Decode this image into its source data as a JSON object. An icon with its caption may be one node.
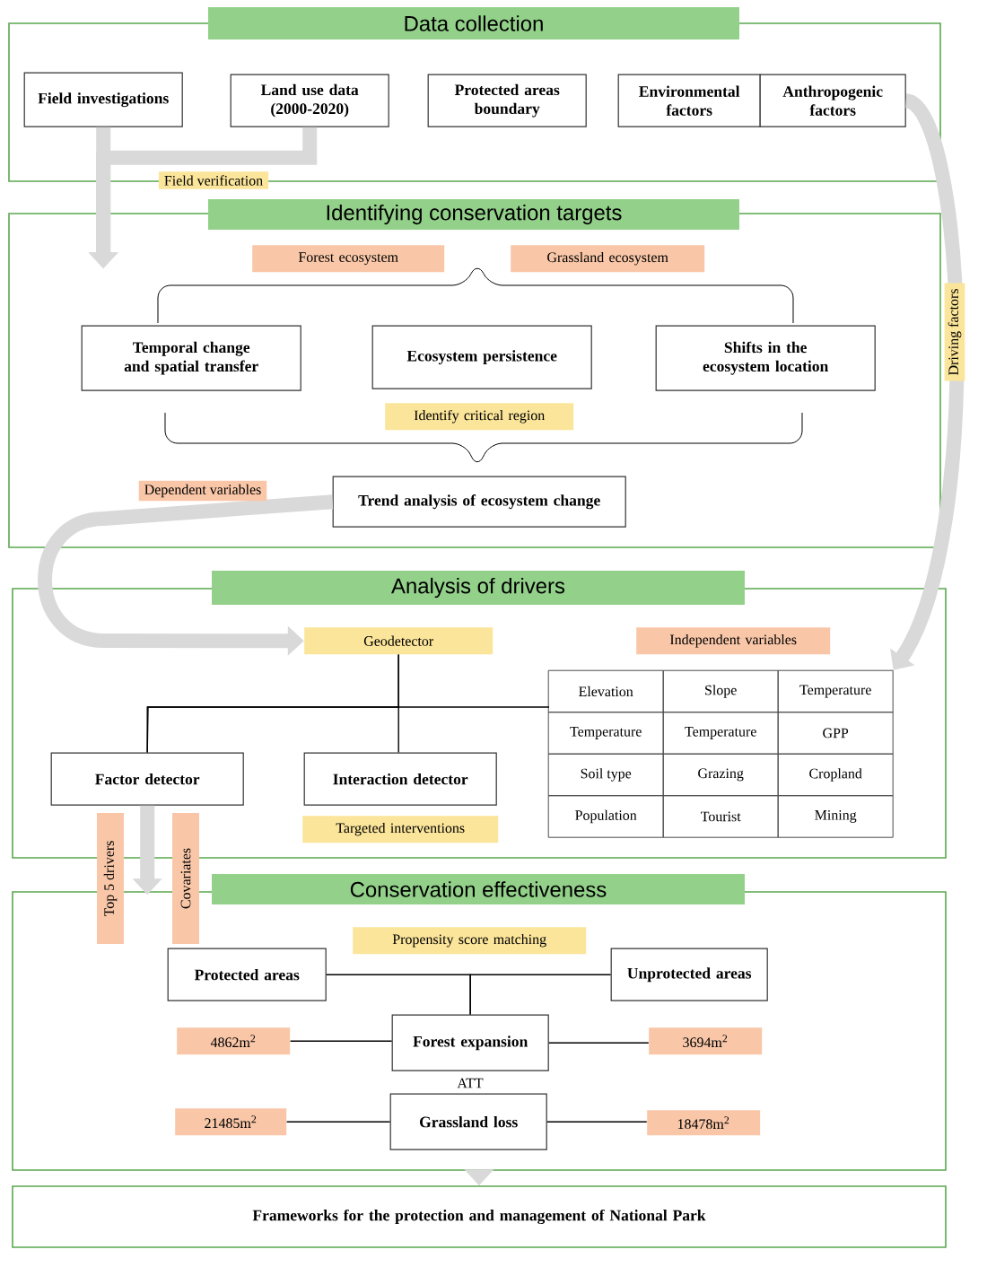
{
  "diagram": {
    "nodes": [
      {
        "text": [
          "Data collection"
        ]
      },
      {
        "text": [
          "Field investigations"
        ],
        "in": 0
      },
      {
        "text": [
          "Land use data (2000-2020)"
        ],
        "in": 0
      },
      {
        "text": [
          "Protected areas boundary"
        ],
        "in": 0
      },
      {
        "text": [
          "Environmental factors"
        ],
        "in": 0
      },
      {
        "text": [
          "Anthropogenic factors"
        ],
        "in": 0
      },
      {
        "text": [
          "Identifying conservation targets"
        ]
      },
      {
        "text": [
          "Forest ecosystem"
        ],
        "in": 6
      },
      {
        "text": [
          "Grassland ecosystem"
        ],
        "in": 6
      },
      {
        "text": [
          "Temporal change and spatial transfer"
        ],
        "in": 6
      },
      {
        "text": [
          "Ecosystem persistence"
        ],
        "in": 6
      },
      {
        "text": [
          "Shifts in the ecosystem location"
        ],
        "in": 6
      },
      {
        "text": [
          "Identify critical region"
        ],
        "in": 6
      },
      {
        "text": [
          "Trend analysis of ecosystem change"
        ],
        "in": 6
      },
      {
        "text": [
          "Analysis of drivers"
        ]
      },
      {
        "text": [
          "Geodetector"
        ],
        "in": 14
      },
      {
        "text": [
          "Independent variables"
        ],
        "in": 14
      },
      {
        "text": [
          "Elevation",
          "Slope",
          "Temperature",
          "Temperature",
          "Temperature",
          "GPP",
          "Soil type",
          "Grazing",
          "Cropland",
          "Population",
          "Tourist",
          "Mining"
        ],
        "in": 14
      },
      {
        "text": [
          "Factor detector"
        ],
        "in": 14
      },
      {
        "text": [
          "Interaction detector"
        ],
        "in": 14
      },
      {
        "text": [
          "Targeted interventions"
        ],
        "in": 14
      },
      {
        "text": [
          "Conservation effectiveness"
        ]
      },
      {
        "text": [
          "Top 5 drivers"
        ]
      },
      {
        "text": [
          "Covariates"
        ]
      },
      {
        "text": [
          "Propensity score matching"
        ],
        "in": 21
      },
      {
        "text": [
          "Protected areas"
        ],
        "in": 21
      },
      {
        "text": [
          "Unprotected areas"
        ],
        "in": 21
      },
      {
        "text": [
          "Forest expansion"
        ],
        "in": 21
      },
      {
        "text": [
          "4862m$^{2}$"
        ],
        "in": 21
      },
      {
        "text": [
          "3694m$^{2}$"
        ],
        "in": 21
      },
      {
        "text": [
          "Grassland loss"
        ],
        "in": 21
      },
      {
        "text": [
          "21485m$^{2}$"
        ],
        "in": 21
      },
      {
        "text": [
          "18478m$^{2}$"
        ],
        "in": 21
      },
      {
        "text": [
          "Frameworks for the protection and management of National Park"
        ]
      }
    ],
    "edges": [
      {
        "from": 1,
        "to": 6,
        "arrow": "to",
        "style": "thick",
        "color": "#d9d9d9"
      },
      {
        "from": 2,
        "to": 6,
        "arrow": "to",
        "label": "Field verification",
        "style": "thick",
        "color": "#d9d9d9"
      },
      {
        "from": 5,
        "to": 17,
        "arrow": "to",
        "label": "Driving factors",
        "style": "thick",
        "color": "#d9d9d9"
      },
      {
        "from": 13,
        "to": 15,
        "arrow": "to",
        "label": "Dependent variables",
        "style": "thick",
        "color": "#d9d9d9"
      },
      {
        "from": 15,
        "to": 18,
        "arrow": "none"
      },
      {
        "from": 15,
        "to": 19,
        "arrow": "none"
      },
      {
        "from": 17,
        "to": 18,
        "arrow": "none"
      },
      {
        "from": 18,
        "to": 21,
        "arrow": "to",
        "style": "thick",
        "color": "#d9d9d9"
      },
      {
        "from": 25,
        "to": 27,
        "arrow": "none"
      },
      {
        "from": 26,
        "to": 27,
        "arrow": "none"
      },
      {
        "from": 28,
        "to": 27,
        "arrow": "none"
      },
      {
        "from": 27,
        "to": 29,
        "arrow": "none"
      },
      {
        "from": 31,
        "to": 30,
        "arrow": "none"
      },
      {
        "from": 30,
        "to": 32,
        "arrow": "none"
      },
      {
        "from": 21,
        "to": 33,
        "arrow": "to",
        "style": "thick",
        "color": "#d9d9d9"
      }
    ],
    "labels": [
      "ATT"
    ]
  }
}
